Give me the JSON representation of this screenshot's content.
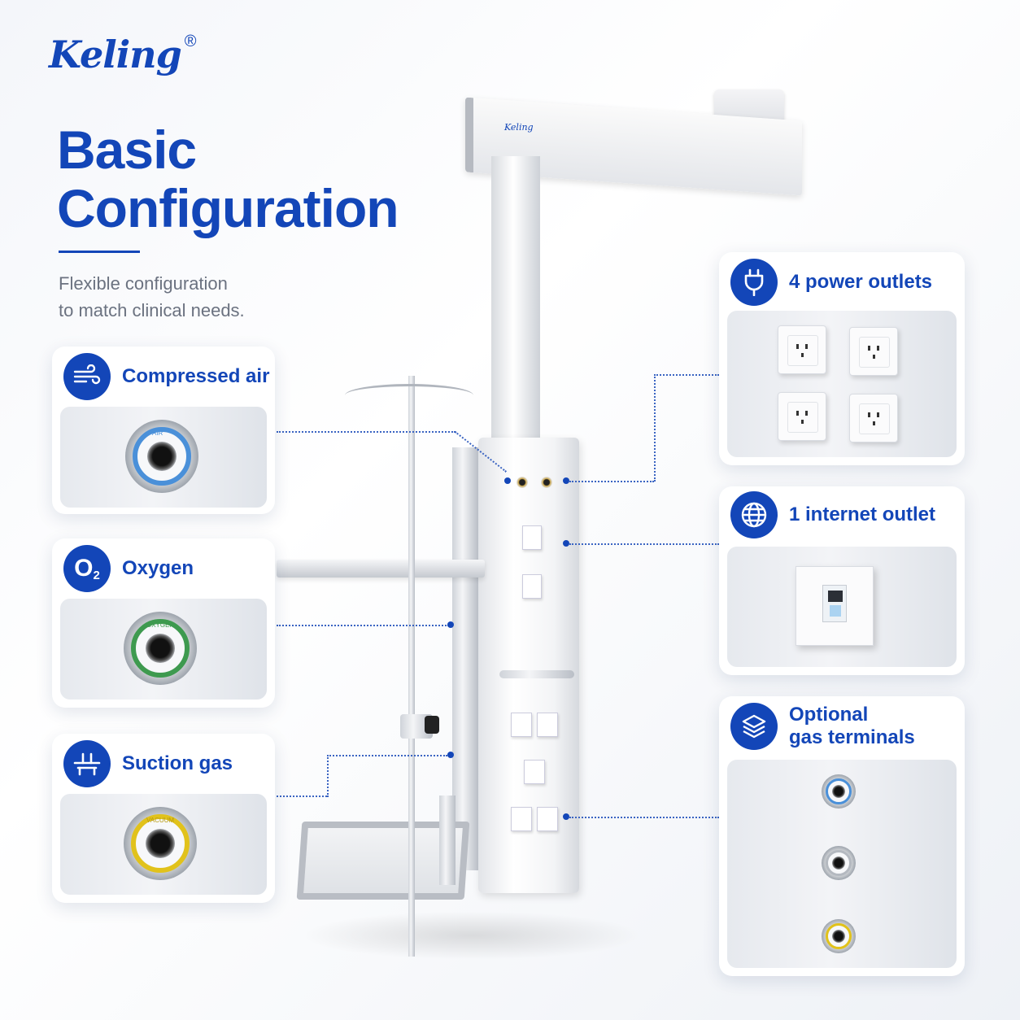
{
  "brand": {
    "name": "Keling",
    "registered": "®",
    "arm_label": "Keling"
  },
  "hero": {
    "title_line1": "Basic",
    "title_line2": "Configuration",
    "subtitle_line1": "Flexible configuration",
    "subtitle_line2": "to match clinical needs."
  },
  "features_left": [
    {
      "label": "Compressed air",
      "icon": "wind-icon",
      "terminal_color": "#4a90d9",
      "terminal_text": "AIR"
    },
    {
      "label": "Oxygen",
      "icon": "o2-icon",
      "icon_text": "O",
      "icon_sub": "2",
      "terminal_color": "#3e9a4f",
      "terminal_text": "OXYGEN"
    },
    {
      "label": "Suction gas",
      "icon": "vacuum-icon",
      "terminal_color": "#e1c21b",
      "terminal_text": "VACUUM"
    }
  ],
  "features_right": [
    {
      "label": "4 power outlets",
      "icon": "plug-icon"
    },
    {
      "label": "1 internet outlet",
      "icon": "globe-icon"
    },
    {
      "label_line1": "Optional",
      "label_line2": "gas terminals",
      "icon": "layers-icon"
    }
  ],
  "colors": {
    "accent": "#1346b8",
    "subtitle": "#6b7280",
    "connector": "#3a64c2"
  }
}
